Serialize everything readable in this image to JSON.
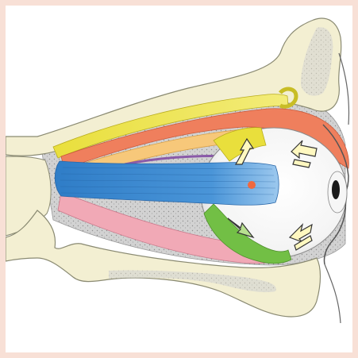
{
  "figure": {
    "subject": "orbit-lateral-view",
    "structures": [
      "frontal-bone",
      "superior-oblique-muscle",
      "levator-palpebrae-superioris",
      "superior-rectus-muscle",
      "lateral-rectus-muscle",
      "inferior-rectus-muscle",
      "inferior-oblique-muscle",
      "maxillary-bone",
      "eyeball",
      "eyelids"
    ],
    "colors": {
      "frame": "#f8e0d6",
      "bone": "#f3efd2",
      "bone_outline": "#8a8a72",
      "orbital_fat": "#cfcfcf",
      "superior_oblique": "#e7de3a",
      "levator": "#ef7f5d",
      "superior_rectus": "#f7c87a",
      "lateral_rectus": "#3a86cf",
      "inferior_rectus": "#f1a9b6",
      "inferior_oblique": "#72bf45",
      "insertion_dot": "#f0693f",
      "eyeball": "#ffffff",
      "pupil": "#1a1a1a"
    },
    "arrows": [
      "arrow-superior-rectus-up",
      "arrow-superior-oblique-front",
      "arrow-inferior-oblique-down",
      "arrow-inferior-oblique-front"
    ]
  }
}
